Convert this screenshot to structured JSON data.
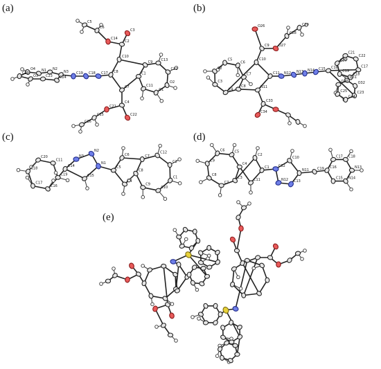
{
  "panels": [
    {
      "id": "a",
      "label": "(a)"
    },
    {
      "id": "b",
      "label": "(b)"
    },
    {
      "id": "c",
      "label": "(c)"
    },
    {
      "id": "d",
      "label": "(d)"
    },
    {
      "id": "e",
      "label": "(e)"
    }
  ],
  "atom_labels_a": [
    "C13",
    "C12",
    "O2",
    "O1",
    "C11",
    "C1",
    "C9",
    "C10",
    "C8",
    "C7",
    "C2",
    "C3",
    "C14",
    "C6",
    "C5",
    "C4",
    "C22",
    "C21",
    "C15",
    "C16",
    "C17",
    "C18",
    "C19",
    "N3",
    "N2",
    "N1",
    "O4",
    "C20",
    "O3",
    "C23",
    "C24"
  ],
  "atom_labels_b": [
    "O26",
    "O27",
    "C28",
    "C29",
    "C4",
    "C3",
    "C2",
    "C5",
    "C6",
    "C7",
    "C8",
    "C9",
    "C10",
    "C11",
    "N11",
    "N12",
    "N13",
    "N14",
    "C15",
    "C16",
    "C17",
    "C18",
    "C19",
    "C20",
    "C21",
    "C22",
    "C23",
    "C24",
    "C25",
    "O30",
    "C31",
    "O32",
    "C33",
    "C34"
  ],
  "atom_labels_c": [
    "N3",
    "N2",
    "N1",
    "C14",
    "C15",
    "C19",
    "C16",
    "C17",
    "C18",
    "C20",
    "C11",
    "C12",
    "C2",
    "C1",
    "C10",
    "C9",
    "C8",
    "C7",
    "C6",
    "C5",
    "C4",
    "C3"
  ],
  "atom_labels_d": [
    "C7",
    "C8",
    "C9",
    "C6",
    "C5",
    "C4",
    "C3",
    "C2",
    "C1",
    "C11",
    "C12",
    "C10",
    "N11",
    "C13",
    "N12",
    "N13",
    "N14",
    "C15",
    "C16",
    "C17",
    "C18",
    "C19",
    "C20",
    "C21"
  ]
}
